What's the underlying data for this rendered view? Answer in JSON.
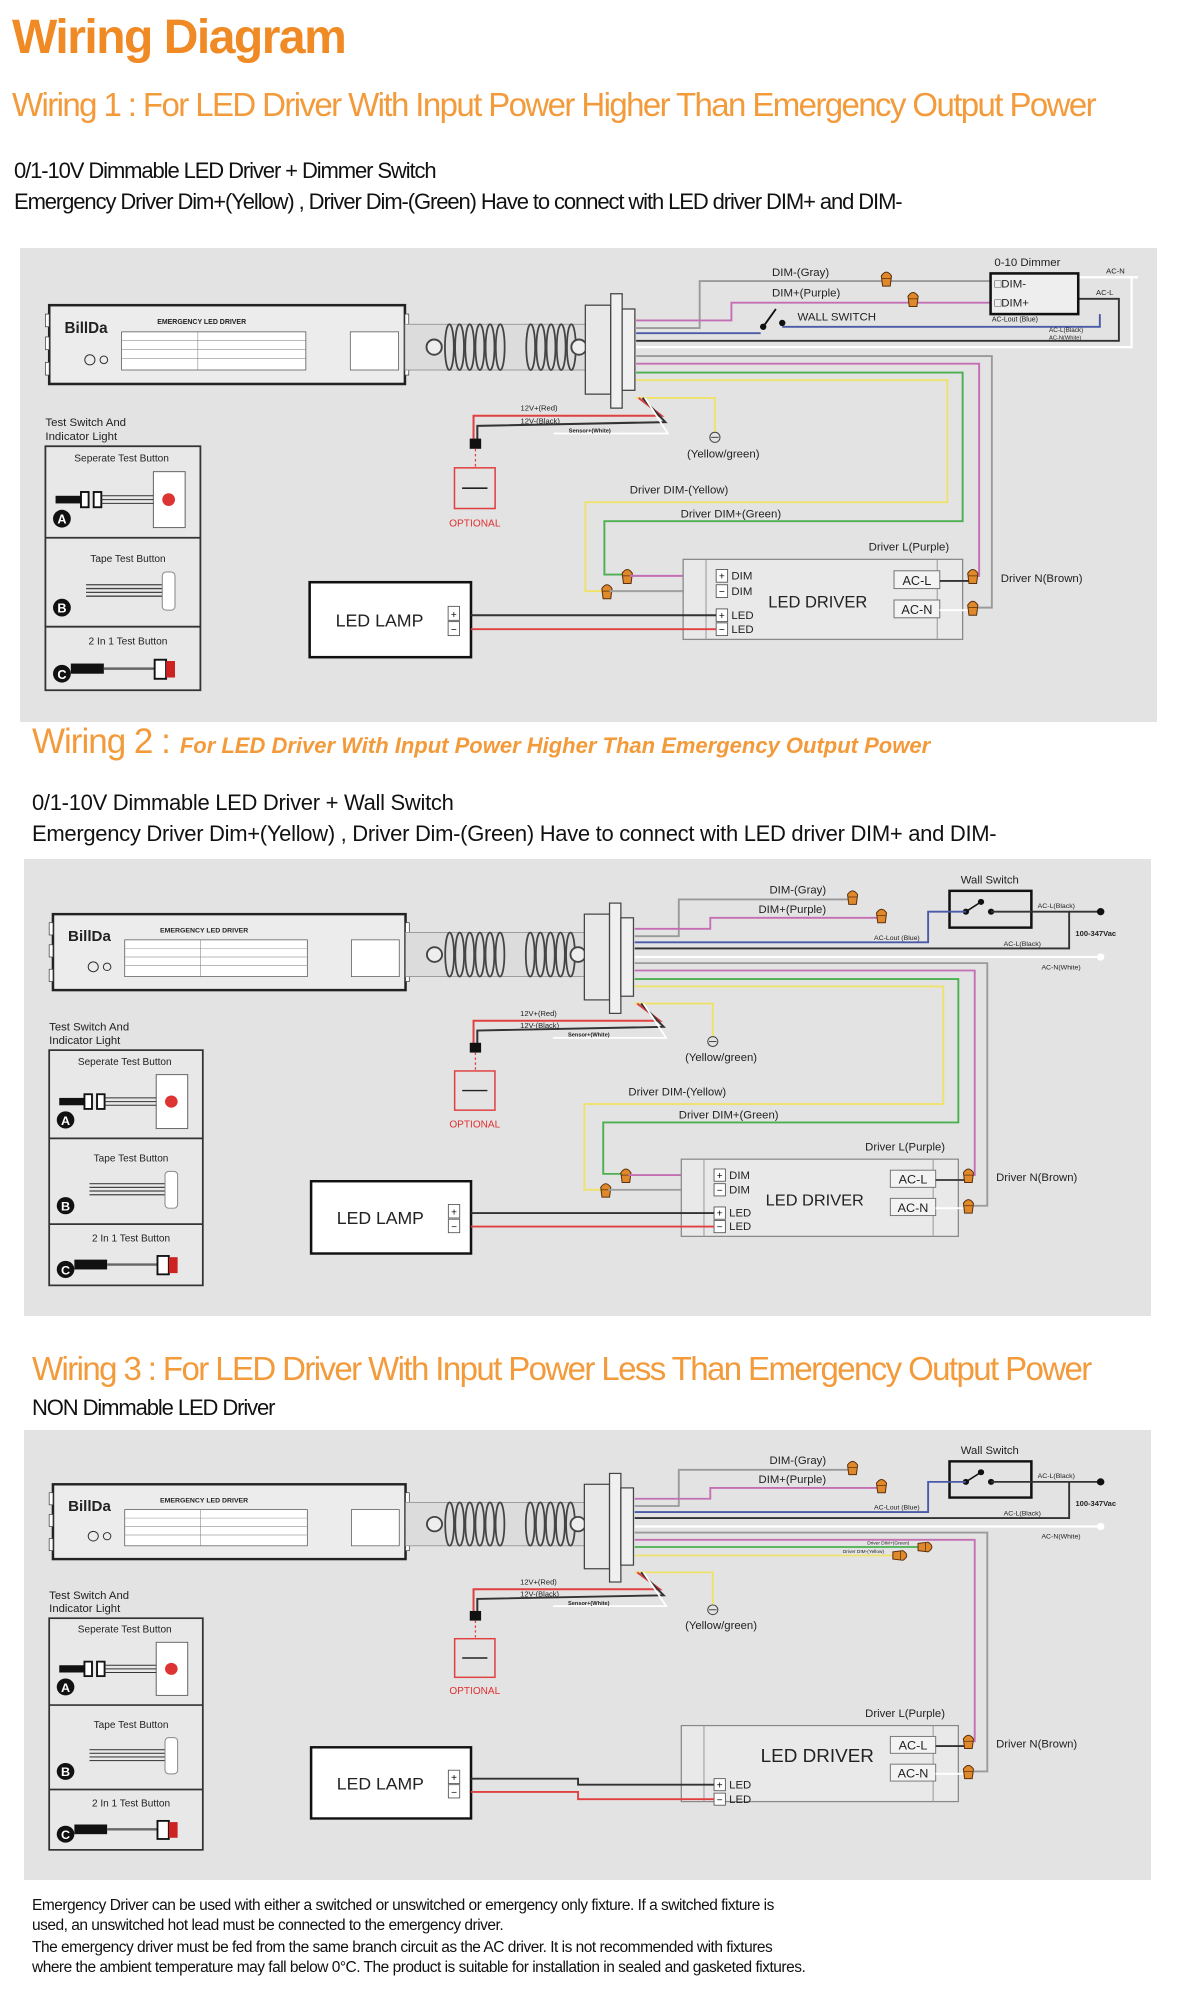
{
  "page": {
    "title": "Wiring Diagram"
  },
  "sections": [
    {
      "heading": "Wiring 1 : For LED Driver With Input Power Higher Than Emergency Output Power",
      "subtitle_lines": [
        "0/1-10V Dimmable LED Driver + Dimmer Switch",
        "Emergency Driver Dim+(Yellow) , Driver Dim-(Green) Have to connect with LED driver  DIM+  and DIM-"
      ],
      "diagram": {
        "labels": {
          "brand": "BillDa",
          "product": "EMERGENCY LED DRIVER",
          "dim_gray": "DIM-(Gray)",
          "dim_purple": "DIM+(Purple)",
          "switch_label": "WALL SWITCH",
          "dimmer_title": "0-10 Dimmer",
          "dimmer_dim_minus": "□DIM-",
          "dimmer_dim_plus": "□DIM+",
          "ac_n": "AC-N",
          "ac_l": "AC-L",
          "ac_lout": "AC-Lout (Blue)",
          "ac_l_black": "AC-L(Black)",
          "ac_n_white": "AC-N(White)",
          "red": "12V+(Red)",
          "black": "12V-(Black)",
          "sensor": "Sensor+(White)",
          "ground": "(Yellow/green)",
          "optional": "OPTIONAL",
          "test_title_1": "Test Switch And",
          "test_title_2": "Indicator Light",
          "test_a": "Seperate Test Button",
          "test_b": "Tape Test Button",
          "test_c": "2 In 1 Test Button",
          "badge_a": "A",
          "badge_b": "B",
          "badge_c": "C",
          "lamp": "LED LAMP",
          "driver": "LED DRIVER",
          "term_dim1": "DIM",
          "term_dim2": "DIM",
          "term_led1": "LED",
          "term_led2": "LED",
          "term_acl": "AC-L",
          "term_acn": "AC-N",
          "driver_dim_yellow": "Driver DIM-(Yellow)",
          "driver_dim_green": "Driver DIM+(Green)",
          "driver_l": "Driver L(Purple)",
          "driver_n": "Driver N(Brown)"
        }
      }
    },
    {
      "heading_prefix": "Wiring 2 :",
      "heading": "For LED Driver With Input Power Higher Than Emergency Output Power",
      "subtitle_lines": [
        "0/1-10V Dimmable LED Driver + Wall Switch",
        "Emergency Driver Dim+(Yellow) , Driver Dim-(Green) Have to connect with LED driver  DIM+  and DIM-"
      ],
      "diagram": {
        "labels": {
          "brand": "BillDa",
          "product": "EMERGENCY LED DRIVER",
          "dim_gray": "DIM-(Gray)",
          "dim_purple": "DIM+(Purple)",
          "switch_label": "Wall Switch",
          "ac_lout": "AC-Lout (Blue)",
          "ac_l_black_top": "AC-L(Black)",
          "ac_l_black": "AC-L(Black)",
          "voltage": "100-347Vac",
          "ac_n_white": "AC-N(White)",
          "red": "12V+(Red)",
          "black": "12V-(Black)",
          "sensor": "Sensor+(White)",
          "ground": "(Yellow/green)",
          "optional": "OPTIONAL",
          "test_title_1": "Test Switch And",
          "test_title_2": "Indicator Light",
          "test_a": "Seperate Test Button",
          "test_b": "Tape Test Button",
          "test_c": "2 In 1 Test Button",
          "badge_a": "A",
          "badge_b": "B",
          "badge_c": "C",
          "lamp": "LED LAMP",
          "driver": "LED DRIVER",
          "term_dim1": "DIM",
          "term_dim2": "DIM",
          "term_led1": "LED",
          "term_led2": "LED",
          "term_acl": "AC-L",
          "term_acn": "AC-N",
          "driver_dim_yellow": "Driver DIM-(Yellow)",
          "driver_dim_green": "Driver DIM+(Green)",
          "driver_l": "Driver L(Purple)",
          "driver_n": "Driver N(Brown)"
        }
      }
    },
    {
      "heading": "Wiring 3 : For LED Driver With Input Power Less Than Emergency Output Power",
      "subtitle_lines": [
        "NON Dimmable LED Driver"
      ],
      "diagram": {
        "labels": {
          "brand": "BillDa",
          "product": "EMERGENCY LED DRIVER",
          "dim_gray": "DIM-(Gray)",
          "dim_purple": "DIM+(Purple)",
          "switch_label": "Wall Switch",
          "ac_lout": "AC-Lout (Blue)",
          "ac_l_black_top": "AC-L(Black)",
          "ac_l_black": "AC-L(Black)",
          "voltage": "100-347Vac",
          "ac_n_white": "AC-N(White)",
          "capped_green": "Driver DIM+(Green)",
          "capped_yellow": "Driver DIM-(Yellow)",
          "red": "12V+(Red)",
          "black": "12V-(Black)",
          "sensor": "Sensor+(White)",
          "ground": "(Yellow/green)",
          "optional": "OPTIONAL",
          "test_title_1": "Test Switch And",
          "test_title_2": "Indicator Light",
          "test_a": "Seperate Test Button",
          "test_b": "Tape Test Button",
          "test_c": "2 In 1 Test Button",
          "badge_a": "A",
          "badge_b": "B",
          "badge_c": "C",
          "lamp": "LED LAMP",
          "driver": "LED DRIVER",
          "term_led1": "LED",
          "term_led2": "LED",
          "term_acl": "AC-L",
          "term_acn": "AC-N",
          "driver_l": "Driver L(Purple)",
          "driver_n": "Driver N(Brown)"
        }
      }
    }
  ],
  "footer": [
    "Emergency Driver can be used with either a switched or unswitched or emergency only fixture. If a switched fixture is",
    "used, an unswitched hot lead must be connected to the emergency driver.",
    "The emergency driver must be fed from the same branch circuit as the AC driver. It is not recommended with fixtures",
    "where the ambient temperature may fall below 0°C. The product is suitable for installation in sealed and gasketed fixtures."
  ],
  "colors": {
    "accent": "#f08a24",
    "panel_bg": "#e3e3e3",
    "wire_gray": "#9a9a9a",
    "wire_purple": "#c46fb4",
    "wire_blue": "#4a5aa8",
    "wire_green": "#4caf50",
    "wire_yellow": "#efe26a",
    "wire_red": "#e04040",
    "wire_nut": "#e0892a"
  }
}
